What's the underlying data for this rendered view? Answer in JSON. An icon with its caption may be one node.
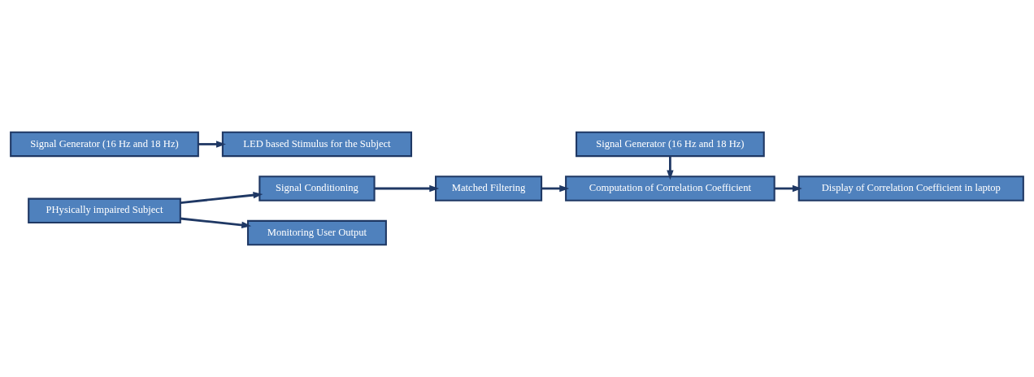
{
  "diagram": {
    "nodes": [
      {
        "text": [
          "Signal Conditioning"
        ]
      },
      {
        "text": [
          "Matched Filtering"
        ]
      },
      {
        "text": [
          "Signal Generator (16 Hz and 18 Hz)"
        ]
      },
      {
        "text": [
          "Computation of Correlation Coefficient"
        ]
      },
      {
        "text": [
          "Display of Correlation Coefficient in laptop"
        ]
      },
      {
        "text": [
          "Monitoring User Output"
        ]
      },
      {
        "text": [
          "PHysically impaired Subject"
        ]
      },
      {
        "text": [
          "LED based Stimulus for the Subject"
        ]
      },
      {
        "text": [
          "Signal Generator (16 Hz and 18 Hz)"
        ]
      }
    ],
    "edges": [
      {
        "from": 0,
        "to": 1,
        "arrow": "to"
      },
      {
        "from": 1,
        "to": 3,
        "arrow": "to"
      },
      {
        "from": 2,
        "to": 3,
        "arrow": "to"
      },
      {
        "from": 3,
        "to": 4,
        "arrow": "to"
      },
      {
        "from": 6,
        "to": 0,
        "arrow": "to"
      },
      {
        "from": 6,
        "to": 5,
        "arrow": "to"
      },
      {
        "from": 8,
        "to": 7,
        "arrow": "to"
      }
    ]
  }
}
